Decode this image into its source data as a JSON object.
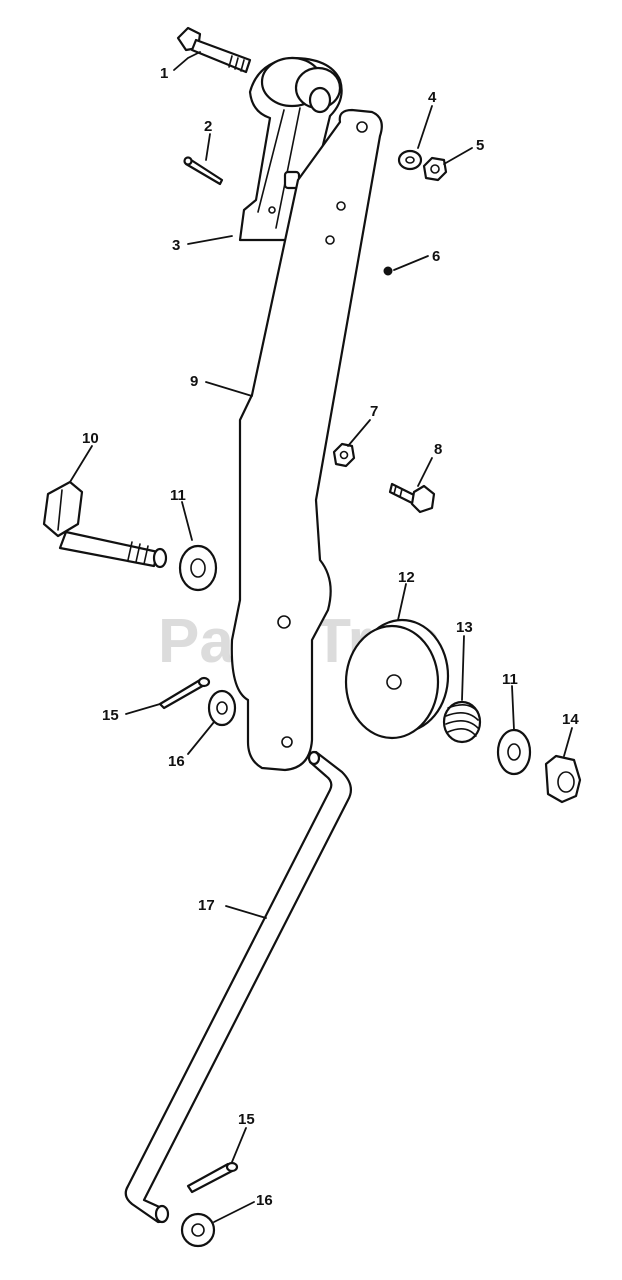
{
  "watermark": "PartsTree",
  "callouts": {
    "c1": "1",
    "c2": "2",
    "c3": "3",
    "c4": "4",
    "c5": "5",
    "c6": "6",
    "c7": "7",
    "c8": "8",
    "c9": "9",
    "c10": "10",
    "c11a": "11",
    "c11b": "11",
    "c12": "12",
    "c13": "13",
    "c14": "14",
    "c15a": "15",
    "c15b": "15",
    "c16a": "16",
    "c16b": "16",
    "c17": "17"
  }
}
